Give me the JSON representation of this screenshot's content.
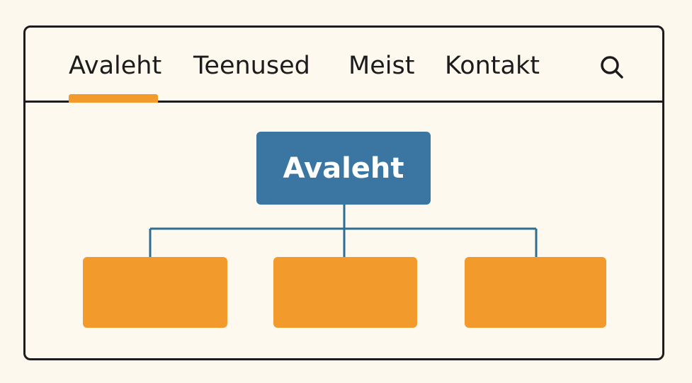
{
  "nav": {
    "items": [
      {
        "label": "Avaleht",
        "active": true
      },
      {
        "label": "Teenused",
        "active": false
      },
      {
        "label": "Meist",
        "active": false
      },
      {
        "label": "Kontakt",
        "active": false
      }
    ],
    "search_icon": "search-icon"
  },
  "sitemap": {
    "root_label": "Avaleht",
    "children": [
      "",
      "",
      ""
    ]
  },
  "colors": {
    "accent": "#f39a2c",
    "primary": "#3a76a1",
    "background": "#fcf8ee",
    "outline": "#1c1c1c"
  }
}
